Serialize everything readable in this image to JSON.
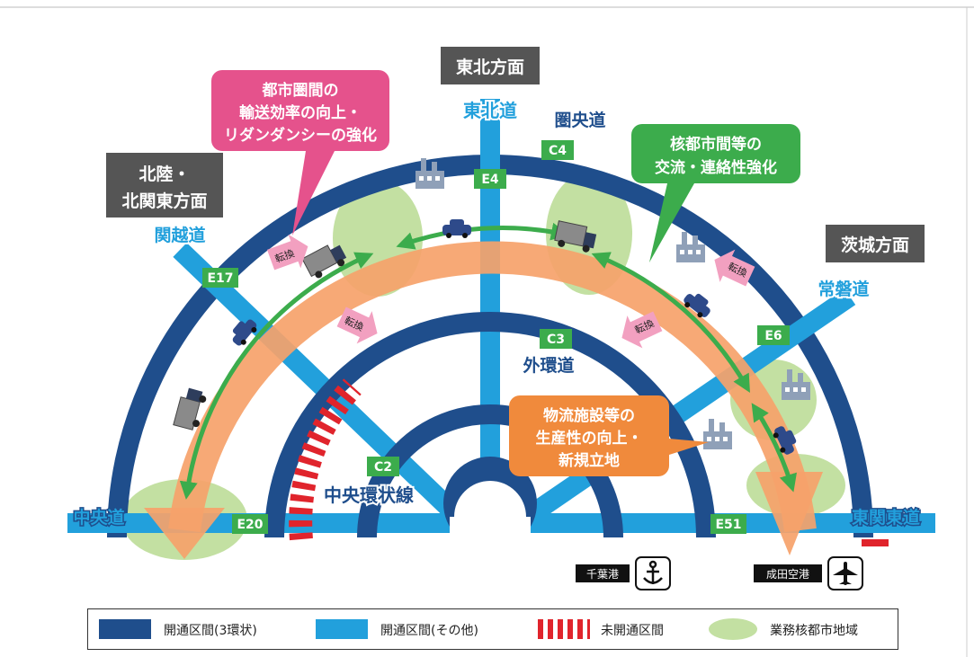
{
  "directions": {
    "tohoku": "東北方面",
    "hokuriku_line1": "北陸・",
    "hokuriku_line2": "北関東方面",
    "ibaraki": "茨城方面"
  },
  "roads": {
    "tohoku_expwy": "東北道",
    "ken_o_do": "圏央道",
    "kanetsu_do": "関越道",
    "joban_do": "常磐道",
    "gaikan_do": "外環道",
    "chuo_kanjo": "中央環状線",
    "chuo_do": "中央道",
    "higashi_kanto_do": "東関東道"
  },
  "route_codes": {
    "c4": "C4",
    "c3": "C3",
    "c2": "C2",
    "e4": "E4",
    "e17": "E17",
    "e6": "E6",
    "e20": "E20",
    "e51": "E51"
  },
  "callouts": {
    "pink_line1": "都市圏間の",
    "pink_line2": "輸送効率の向上・",
    "pink_line3": "リダンダンシーの強化",
    "green_line1": "核都市間等の",
    "green_line2": "交流・連絡性強化",
    "orange_line1": "物流施設等の",
    "orange_line2": "生産性の向上・",
    "orange_line3": "新規立地"
  },
  "shift_label": "転換",
  "ports": {
    "chiba_port": "千葉港",
    "narita_airport": "成田空港"
  },
  "legend": {
    "three_rings": "開通区間(3環状)",
    "other": "開通区間(その他)",
    "unopened": "未開通区間",
    "business_core": "業務核都市地域"
  },
  "colors": {
    "dark_blue": "#1f4e8c",
    "light_blue": "#22a0dc",
    "orange": "#f6a26a",
    "green": "#3cac4c",
    "pink": "#e5528c",
    "red": "#e0242c",
    "pale_green": "#c3e0a2"
  },
  "icons": [
    "truck-icon",
    "car-icon",
    "factory-icon",
    "anchor-icon",
    "airplane-icon",
    "shift-arrow-icon"
  ]
}
